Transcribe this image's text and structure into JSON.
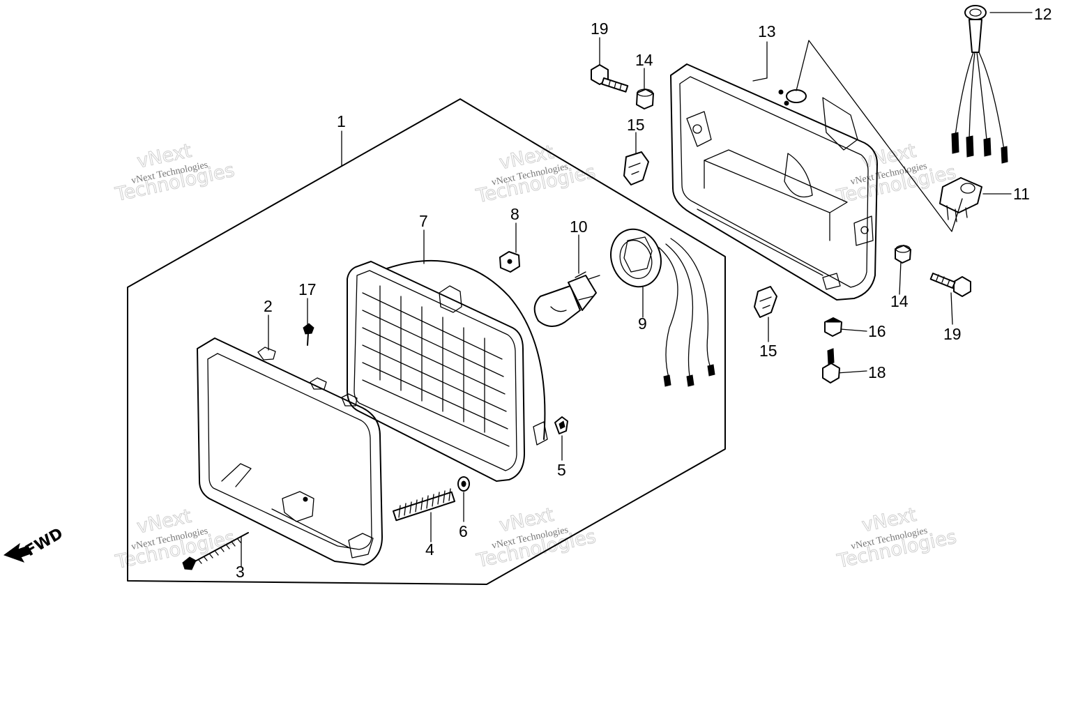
{
  "diagram": {
    "direction_label": "FWD",
    "watermark": {
      "line1": "vNext",
      "line2": "vNext Technologies",
      "line3": "Technologies"
    },
    "callouts": {
      "c1": "1",
      "c2": "2",
      "c3": "3",
      "c4": "4",
      "c5": "5",
      "c6": "6",
      "c7": "7",
      "c8": "8",
      "c9": "9",
      "c10": "10",
      "c11": "11",
      "c12": "12",
      "c13": "13",
      "c14a": "14",
      "c14b": "14",
      "c15a": "15",
      "c15b": "15",
      "c16": "16",
      "c17": "17",
      "c18": "18",
      "c19a": "19",
      "c19b": "19"
    }
  }
}
